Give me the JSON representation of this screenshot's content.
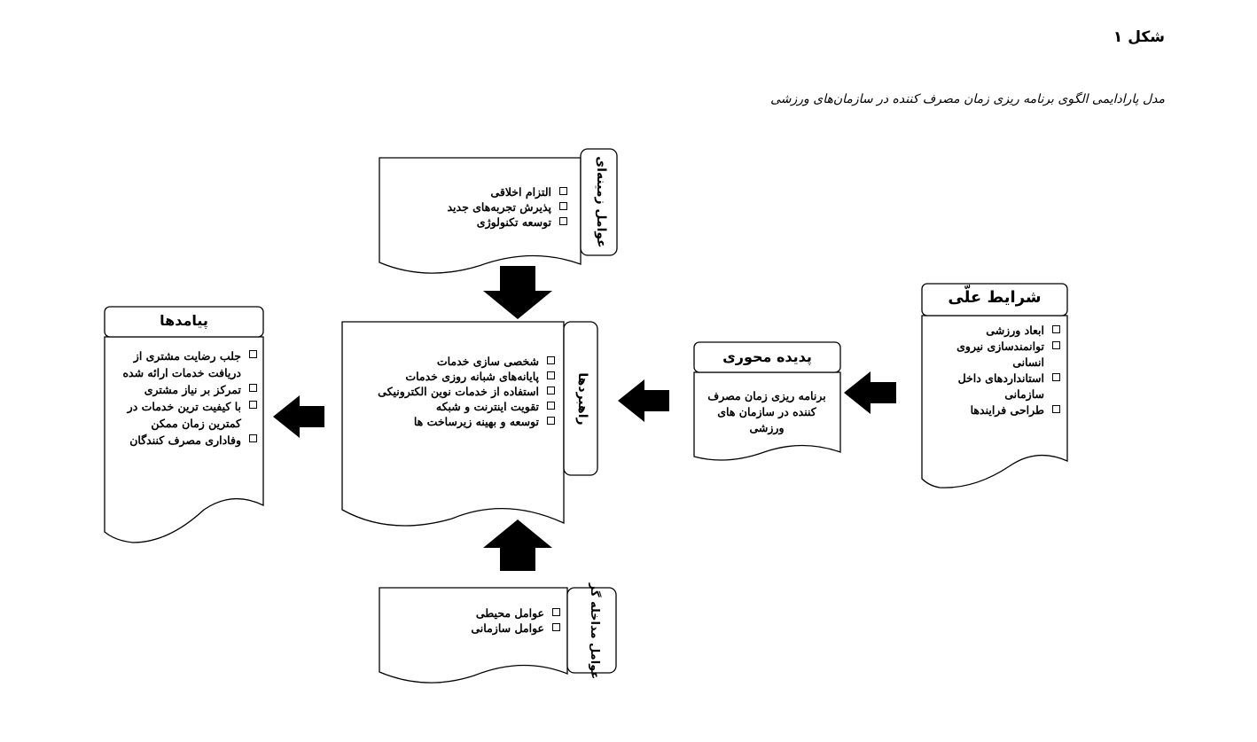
{
  "figure_label": "شکل ۱",
  "caption": "مدل پارادایمی الگوی برنامه ریزی زمان مصرف کننده در سازمان‌های ورزشی",
  "context": {
    "title": "عوامل زمینه‌ای",
    "items": [
      "التزام اخلاقی",
      "پذیرش تجربه‌های جدید",
      "توسعه تکنولوژی"
    ]
  },
  "strategies": {
    "title": "راهبردها",
    "items": [
      "شخصی سازی خدمات",
      "پایانه‌های شبانه روزی خدمات",
      "استفاده از خدمات نوین الکترونیکی",
      "تقویت اینترنت و شبکه",
      "توسعه و بهینه زیرساخت ها"
    ]
  },
  "intervening": {
    "title": "عوامل مداخله گر",
    "items": [
      "عوامل محیطی",
      "عوامل سازمانی"
    ]
  },
  "outcomes": {
    "title": "پیامدها",
    "items": [
      "جلب رضایت مشتری از دریافت خدمات ارائه شده",
      "تمرکز بر نیاز مشتری",
      "با کیفیت ترین خدمات در کمترین زمان ممکن",
      "وفاداری مصرف کنندگان"
    ]
  },
  "core": {
    "title": "پدیده محوری",
    "text": "برنامه ریزی زمان مصرف کننده در سازمان های ورزشی"
  },
  "causal": {
    "title": "شرایط علّی",
    "items": [
      "ابعاد ورزشی",
      "توانمندسازی نیروی انسانی",
      "استانداردهای داخل سازمانی",
      "طراحی فرایندها"
    ]
  }
}
